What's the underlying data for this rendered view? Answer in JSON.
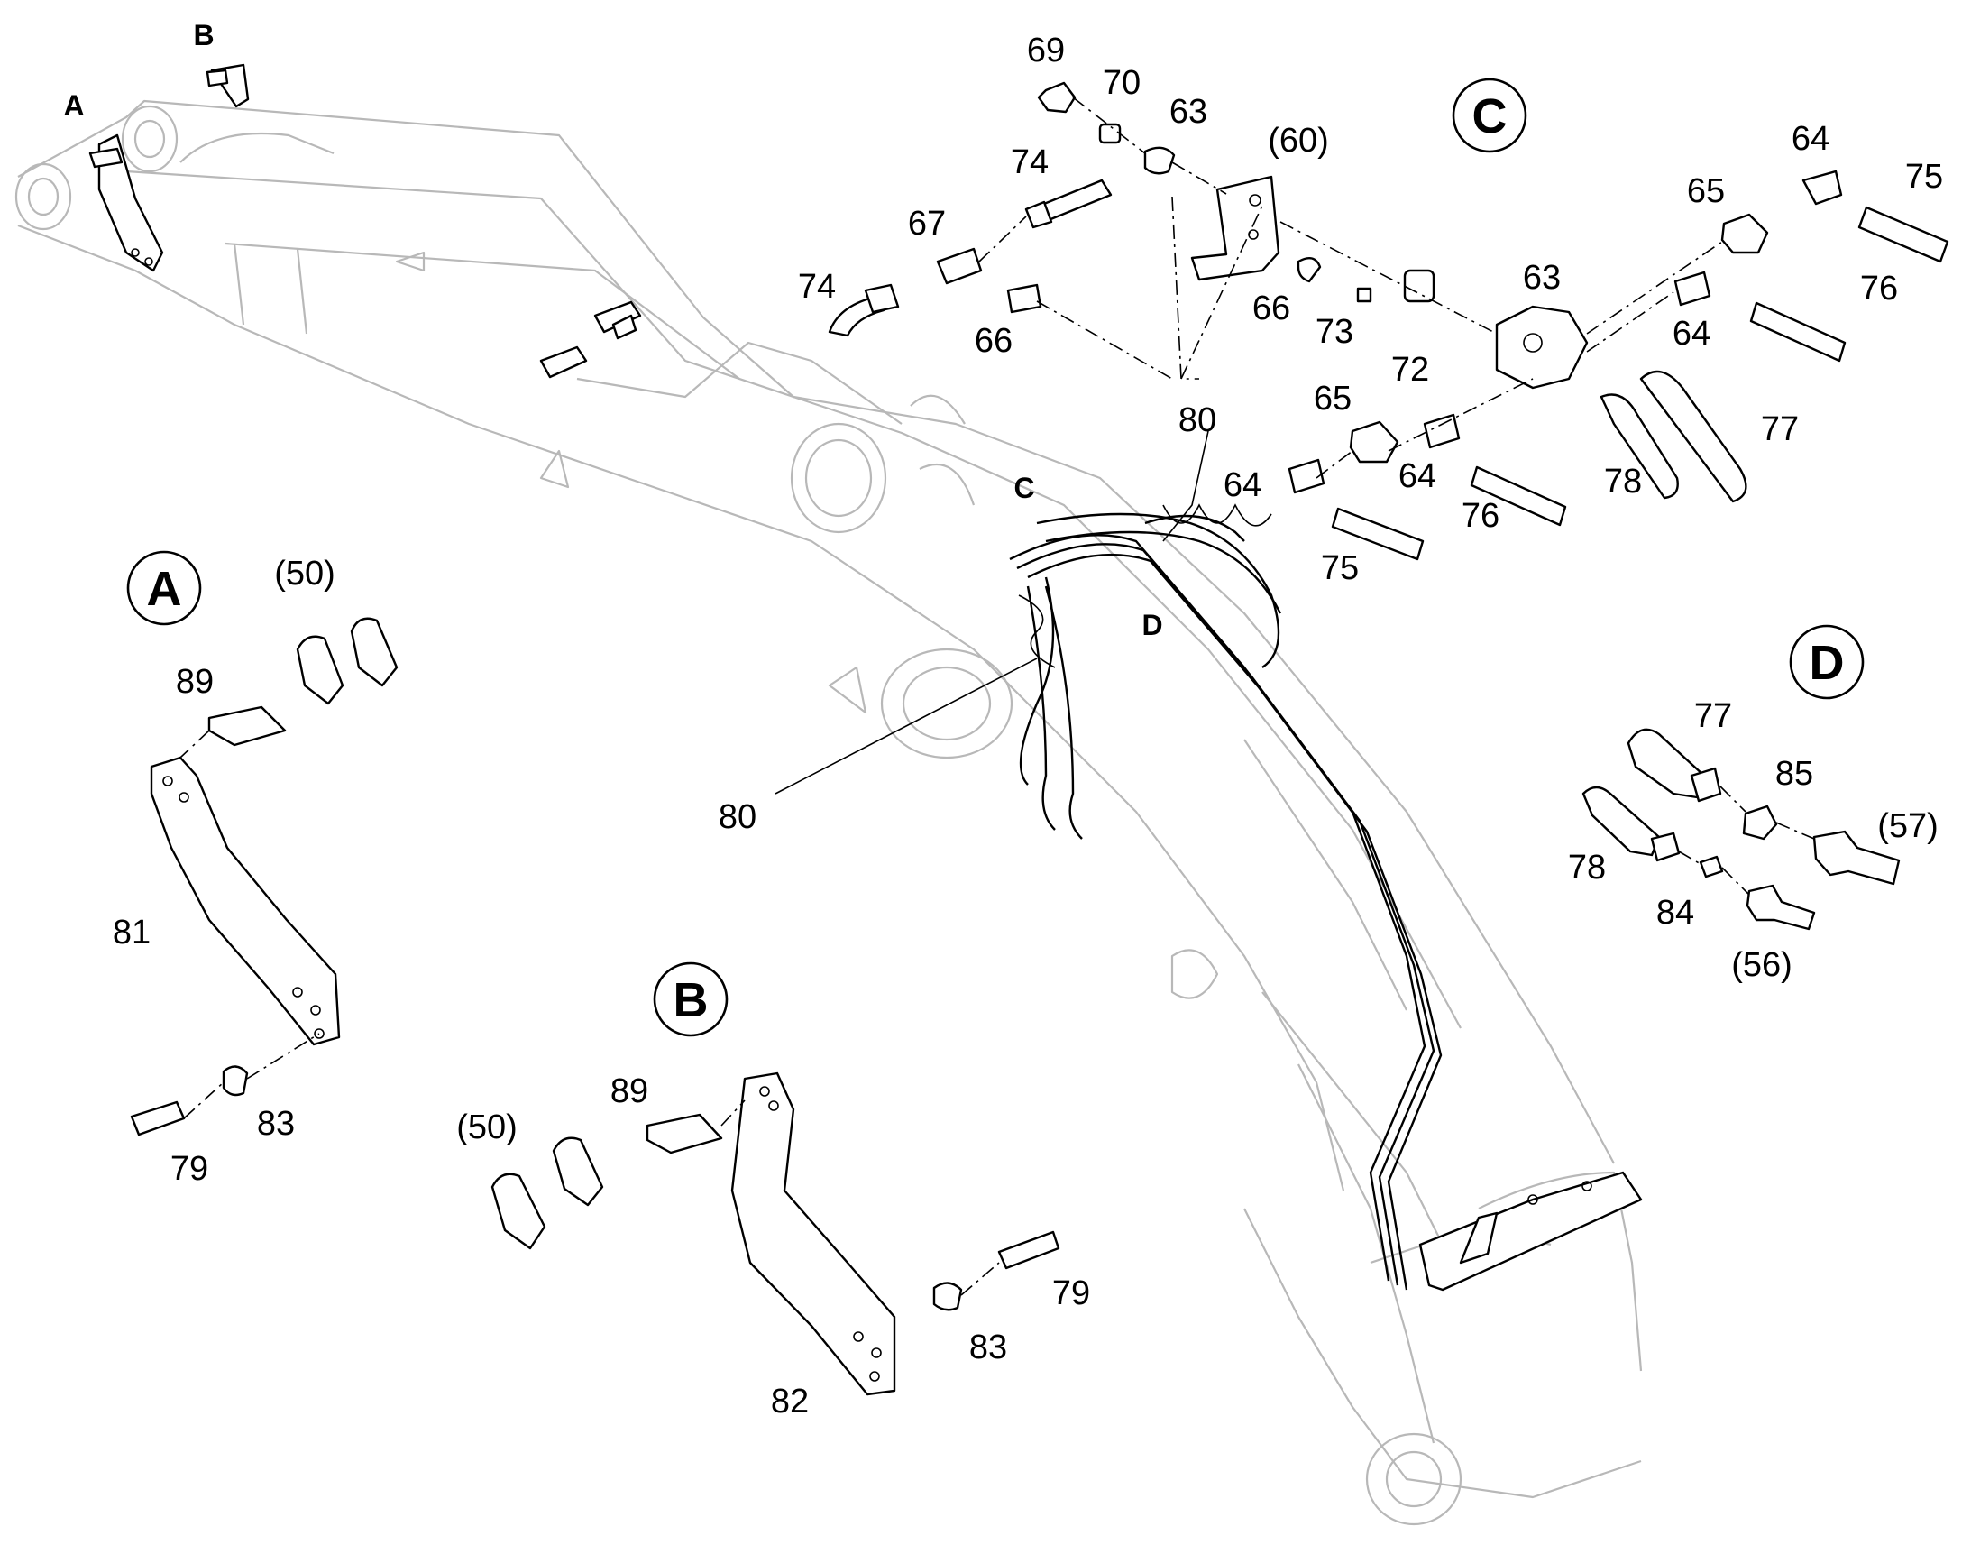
{
  "callouts": {
    "top_A": "A",
    "top_B": "B",
    "boom_C": "C",
    "boom_D": "D",
    "c69": "69",
    "c70": "70",
    "c63a": "63",
    "c60": "(60)",
    "c74a": "74",
    "c67": "67",
    "c74b": "74",
    "c66a": "66",
    "c66b": "66",
    "c73": "73",
    "c72": "72",
    "c63b": "63",
    "c65a": "65",
    "c64a": "64",
    "c75a": "75",
    "c76a": "76",
    "c64b": "64",
    "c65b": "65",
    "c64c": "64",
    "c64d": "64",
    "c76b": "76",
    "c75b": "75",
    "c78a": "78",
    "c77a": "77",
    "c80a": "80",
    "c80b": "80",
    "c50a": "(50)",
    "c89a": "89",
    "c81": "81",
    "c83a": "83",
    "c79a": "79",
    "c89b": "89",
    "c50b": "(50)",
    "c79b": "79",
    "c83b": "83",
    "c82": "82",
    "c77b": "77",
    "c85": "85",
    "c57": "(57)",
    "c78b": "78",
    "c84": "84",
    "c56": "(56)"
  },
  "details": {
    "A": "A",
    "B": "B",
    "C": "C",
    "D": "D"
  }
}
